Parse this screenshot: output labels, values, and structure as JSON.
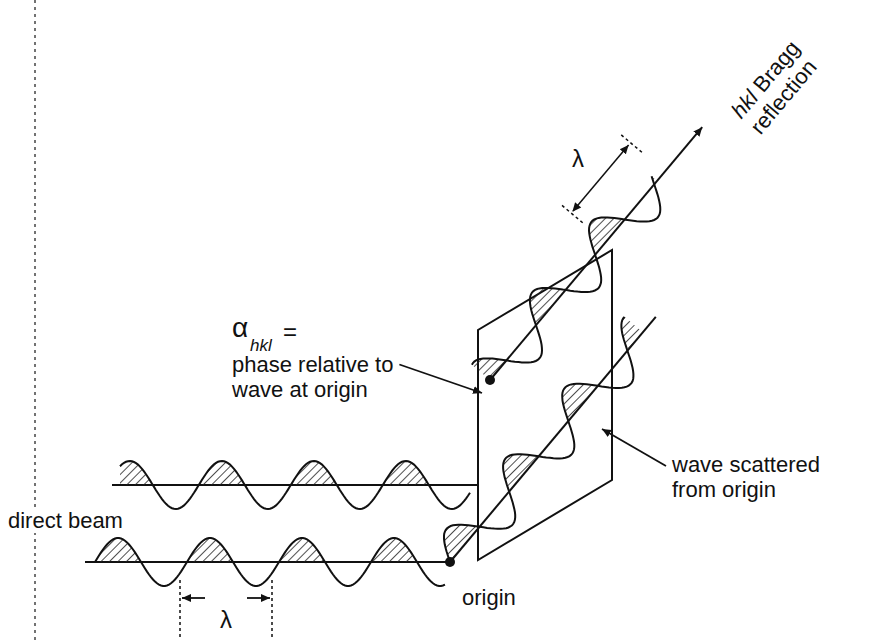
{
  "diagram": {
    "labels": [
      "hkl",
      "Bragg reflection",
      "α",
      "hkl",
      "=",
      "phase relative to wave at origin",
      "λ",
      "direct beam",
      "wave scattered from origin",
      "origin",
      "λ"
    ]
  }
}
